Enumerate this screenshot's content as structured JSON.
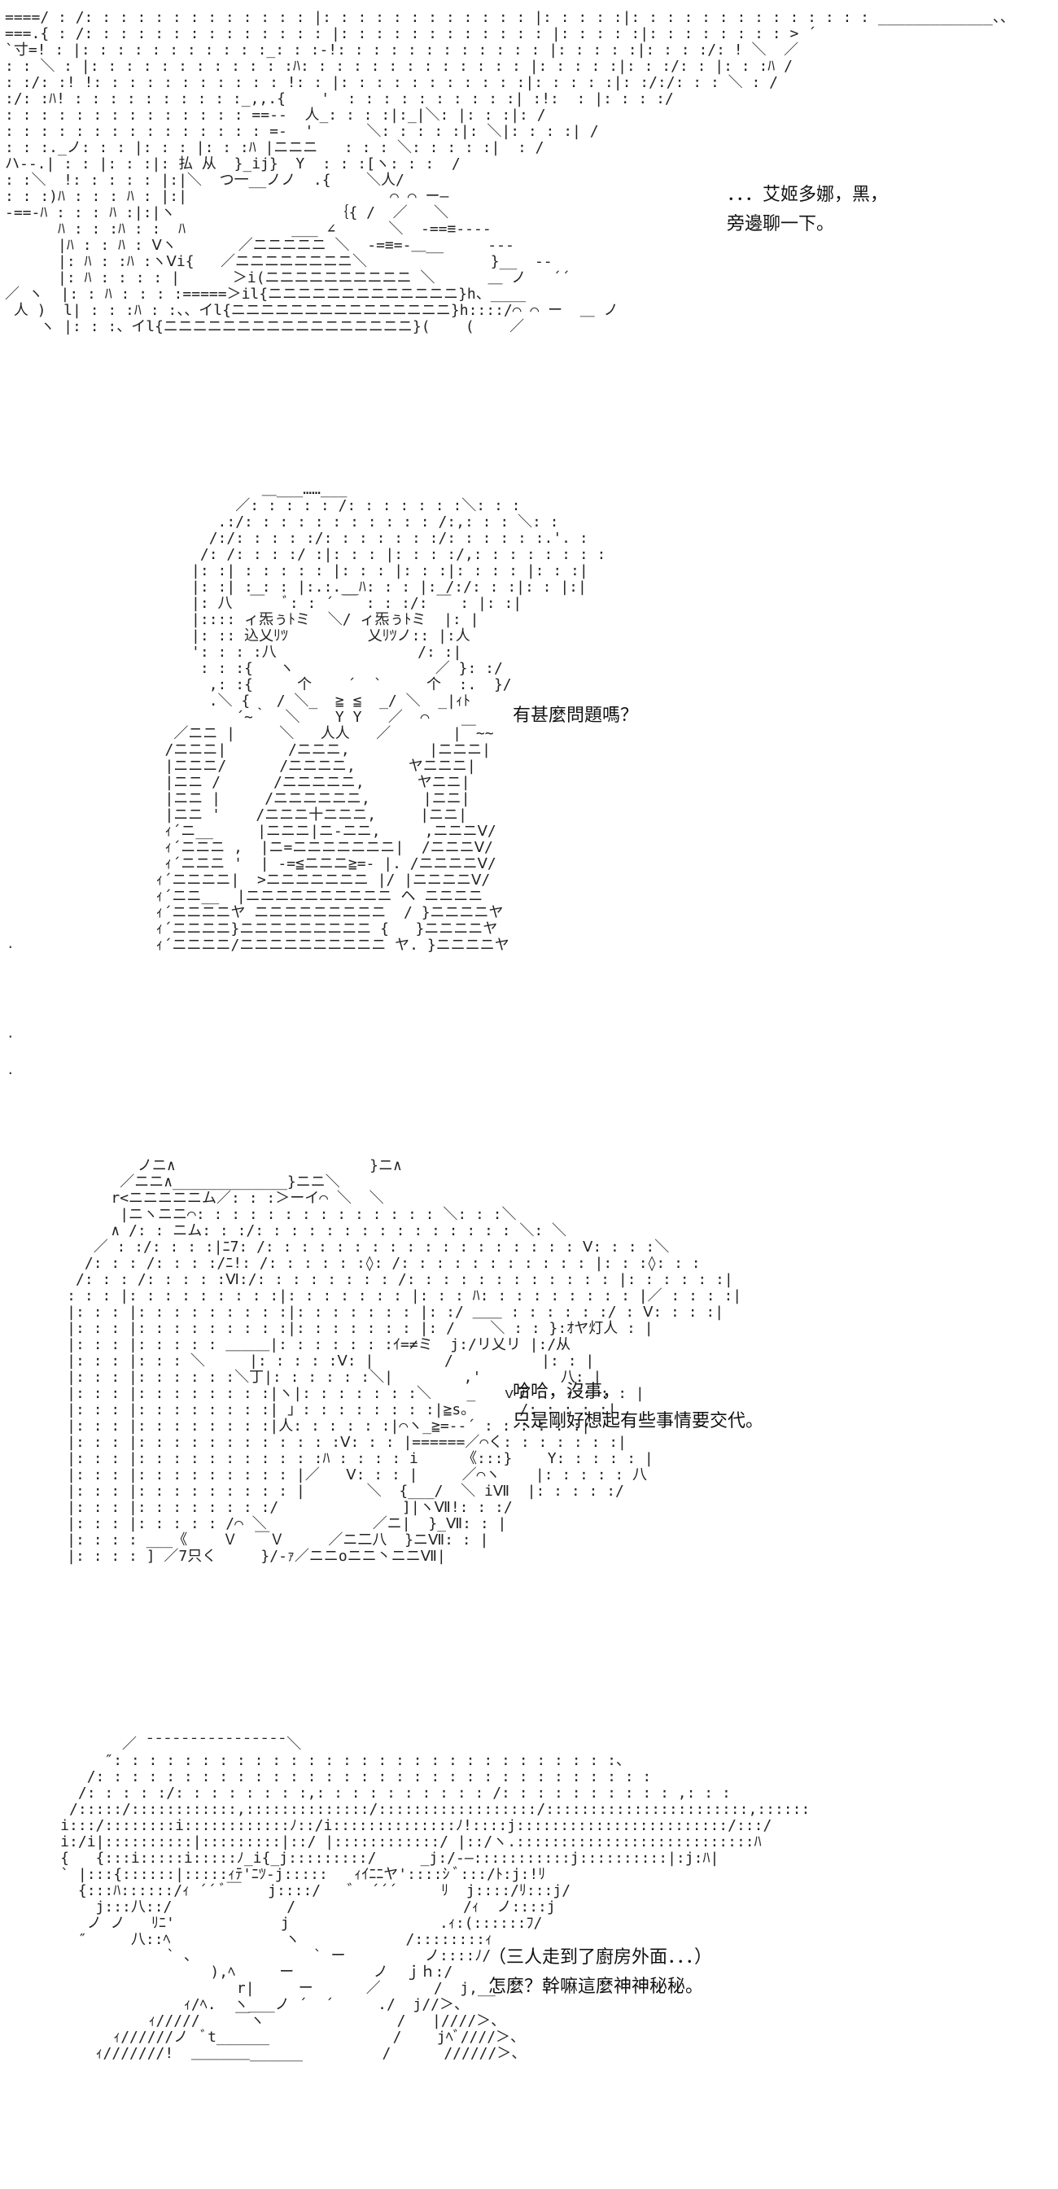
{
  "panels": [
    {
      "art": [
        "====/ : /: : : : : : : : : : : : : |: : : : : : : : : : : : |: : : : :|: : : : : : : : : : : : : : _____________、、",
        "===.{ : /: : : : : : : : : : : : : : |: : : : : : : : : : : : |: : : : :|: : : : : : : : > ´",
        "`寸=! : |: : : : : : : : : : :_: : :-!: : : : : : : : : : : : |: : : : :|: : : :/: ! ＼  ／",
        ": : ＼ : |: : : : : : : : : : : :ﾊ: : : : : : : : : : : : : |: : : : :|: : :/: : |: : :ﾊ /",
        ": :/: :! !: : : : : : : : : : : !: : |: : : : : : : : : : :|: : : : :|: :/:/: : : ＼ : /",
        ":/: :ﾊ! : : : : : : : : : :_,,.{    '  : : : : : : : : : :| :!:  : |: : : :/",
        ": : : : : : : : : : : : : : ==--  人_: : : :|:_|＼: |: : :|: /",
        ": : : : : : : : : : : : : : : =‐  '      ＼: : : : :|: ＼|: : : :| /",
        ": : :._ノ: : : |: : : |: : :ﾊ |ニニニ   : : : ＼: : : : :|  : /",
        "ハ--.| : : |: : :|: 払 从  }_ij}  Y  : : :[ヽ: : :  /",
        ": :＼  !: : : : : |:|＼  つ一__ノノ  .{    ＼人/",
        ": : :)ﾊ : : : ﾊ : |:|                       ⌒ ⌒ ー―",
        "-==-ﾊ : : : ﾊ :|:|ヽ                  ｛{ /  ／   ＼",
        "      ﾊ : : :ﾊ : :  ﾊ            ___ ∠      ＼  -==≡----",
        "      |ﾊ : : ﾊ : Ⅴヽ       ／ニニニニニ ＼  -=≡=-＿__     ---",
        "      |: ﾊ : :ﾊ :ヽⅤi{   ／ニニニニニニニニ＼              }__  --",
        "      |: ﾊ : : : : |      ＞i(ニニニニニニニニニニ ＼      ＿ ノ   ´´",
        "／ ヽ  |: : ﾊ : : : :=====＞il{ニニニニニニニニニニニニニ}h、____",
        " 人 )  l| : : :ﾊ : :、、イl{ニニニニニニニニニニニニニニニ}h::::/⌒ ⌒ ー  ＿ ノ",
        "    ヽ |: : :、イl{ニニニニニニニニニニニニニニニニニ}(    (    ／"
      ],
      "caption": [
        "．．．艾姬多娜，黑，",
        "旁邊聊一下。"
      ]
    },
    {
      "art": [
        "              ＿___……___",
        "           ／: : : : : /: : : : : : :＼: : :",
        "         .:/: : : : : : : : : : : /:,: : : ＼: :",
        "        /:/: : : : :/: : : : : : :/: : : : : :.'. :",
        "       /: /: : : :/ :|: : : |: : : :/,: : : : : : : :",
        "      |: :| : : : : : |: : : |: : :|: : : : |: : :|",
        "      |: :| : : : |:.:.__ﾊ: : : |: /:/: : :|: : |:|",
        "      |: 八  ￣  ﾞ: : ´ ￣ : : :/: ￣ : |: :|",
        "      |:::: ィ炁ぅﾄミ  ＼/ ィ炁ぅﾄミ  |: |",
        "      |: :: 込乂ﾘﾂ         乂ﾘﾂノ:: |:人",
        "      ': : : :八                /: :|",
        "       : : :{   ヽ                ／ }: :/",
        "        ,: :{     个    ´  `     个  :.  }/",
        "        .＼ {   / ＼_  ≧ ≦  _/ ＼  _|ｨﾄ",
        "           ´~｀  ＼    Y Y   ／  ⌒",
        "    ／ニニ |     ＼   人人   ／       |￣~~",
        "   /ニニニ|       /ニニニ,         |ニニニ|",
        "   |ニニニ/      /ニニニニ,      ヤニニニ|",
        "   |ニニ /      /ニニニニニ,      ヤニニ|",
        "   |ニニ |     /ニニニニニニ,      |ニニ|",
        "   |ニニ '    /ニニニ十ニニニ,     |ニニ|",
        "   ｨ´ニ__     |ニニニ|ニ-ニニ,     ,ニニニⅤ/",
        "   ｨ´ニニニ ,  |ニ=ニニニニニニニ|  /ニニニⅤ/",
        "   ｨ´ニニニ '  | -=≦ニニニ≧=- |. /ニニニニⅤ/",
        "  ｨ´ニニニニ|  >ニニニニニニニ |/ |ニニニニⅤ/",
        "  ｨ´ニニ__  |ニニニニニニニニニニ ヘ ニニニニ",
        "  ｨ´ニニニニヤ ニニニニニニニニニ  / }ニニニニヤ",
        "  ｨ´ニニニニ}ニニニニニニニニニ {   }ニニニニヤ",
        "  ｨ´ニニニニ/ニニニニニニニニニニ ヤ. }ニニニニヤ"
      ],
      "caption": [
        "有甚麼問題嗎？"
      ]
    },
    {
      "art": [
        "             ノニ∧                      }ニ∧",
        "           ／ニニ∧_____________}ニニ＼",
        "          r<ニニニニニム／: : :＞ーイ⌒ ＼  ＼",
        "           |ニヽニニ⌒: : : : : : : : : : : : : : ＼: : :＼",
        "          ∧ /: : ニム: : :/: : : : : : : : : : : : : : : ＼: ＼",
        "        ／ : :/: : : :|ﾆ7: /: : : : : : : : : : : : : : : : : : Ⅴ: : : :＼",
        "       /: : : /: : : :/ﾆ!: /: : : : : :◊: /: : : : : : : : : : : |: : :◊: : :",
        "      /: : : /: : : : :Ⅵ:/: : : : : : : : /: : : : : : : : : : : : |: : : : : :|",
        "     : : : |: : : : : : : : :|: : : : : : : |: : : ﾊ: : : : : : : : : |／ : : : :|",
        "     |: : : |: : : : : : : : :|: : : : : : : |: :/ ＿＿ : : : : : :/ : Ⅴ: : : :|",
        "     |: : : |: : : : : : : : :|: : : : : : : |: /    ＼ : : }:ｵヤ灯人 : |",
        "     |: : : |: : : : : ＿＿＿|: : : : : : :ｲ=≠ミ  j:/リ乂リ |:/从",
        "     |: : : |: : : ＼     |: : : : :Ⅴ: |        /          |: : |",
        "     |: : : |: : : : : :＼丁|: : : : : :＼|        ,'         八: |",
        "     |: : : |: : : : : : : :|ヽ|: : : : : : :＼    _   ｖア    ｨ : : : |",
        "     |: : : |: : : : : : : :| 」: : : : : : : :|≧s。     /: : : : :|",
        "     |: : : |: : : : : : : :|人: : : : : :|⌒ヽ_≧=--´ : : : : : :|",
        "     |: : : |: : : : : : : : : : : :Ⅴ: : : |======／⌒く: : : : : : :|",
        "     |: : : |: : : : : : : : : : :ﾊ : : : : i     《:::}    Y: : : : : |",
        "     |: : : |: : : : : : : : : |／   Ⅴ: : : |     ／⌒ヽ    |: : : : : 八",
        "     |: : : |: : : : : : : : : |       ＼  {___/  ＼ iⅦ  |: : : : :/",
        "     |: : : |: : : : : : : :/              ]|ヽⅦ!: : :/",
        "     |: : : |: : : : : /⌒ ＼            ／ニ|  }_Ⅶ: : |",
        "     |: : : : ___《    Ｖ  ￣Ｖ     ／ニ二八  }ニⅦ: : |",
        "     |: : : : ] ／7只く     }/‐ｧ／ニニoニニ丶ニニⅦ|"
      ],
      "caption": [
        "哈哈，沒事，",
        "只是剛好想起有些事情要交代。"
      ]
    },
    {
      "art": [
        "            ／ ̄ ̄ ̄ ̄ ̄ ̄ ̄ ̄ ̄ ̄ ̄ ̄ ̄ ̄ ̄ ̄ ＼",
        "          ″: : : : : : : : : : : : : : : : : : : : : : : : : : : : :、",
        "        /: : : : : : : : : : : : : : : : : : : : : : : : : : : : : : : :",
        "       /: : : : :/: : : : : : : :,: : : : : : : : : : /: : : : : : : : : : ,: : :",
        "      /:::::/::::::::::::,::::::::::::::/::::::::::::::::::/:::::::::::::::::::::::,::::::",
        "     i:::/::::::::i::::::::::::ﾉ::/i::::::::::::::ﾉ!::::j::::::::::::::::::::::::/:::/",
        "     i:/i|::::::::::|:::::::::|::/ |::::::::::::/ |::/ヽ.:::::::::::::::::::::::::::ﾊ",
        "     {   {:::i:::::i:::::ﾉ_i{_j:::::::::/     _j:/‐―:::::::::::j::::::::::|:j:ﾊ|",
        "     ` |:::{::::::|:::::ｨﾃ'ﾆﾂ-j:::::   ｨｲﾆﾆヤ'::::ｼ ﾞ:::/ﾄ:j:!ﾘ",
        "       {:::ﾊ::::::/ｨ ´´ ﾞ￣   j::::/   ゛ ´´´     ﾘ  j::::/ﾘ:::j/",
        "         j:::八::/             /                   /ｨ  ノ::::j",
        "        ノ ノ   ﾘﾆ'            j                 .ｨ:(::::::ﾌ/",
        "       ″     八::ﾍ             ヽ            /::::::::ｨ",
        "                 ` 、             ` ー         ノ::::ﾉ/",
        "                      ),ﾍ     ー         ノ  ｊｈ:/",
        "                         r|     ー      ／      /  j,__",
        "                   ｨ/ﾍ.  ヽ___ノ ´  ´     ./  j//＞、",
        "               ｨ/////    ￣ヽ               /   |////＞、",
        "           ｨ//////ノ  ﾞt______              /    jﾍﾞ////＞、",
        "         ｨ///////!  ＿＿＿＿______         /      //////＞、"
      ],
      "caption": [
        "（三人走到了廚房外面．．．）",
        "怎麼？幹嘛這麼神神秘秘。"
      ]
    }
  ]
}
